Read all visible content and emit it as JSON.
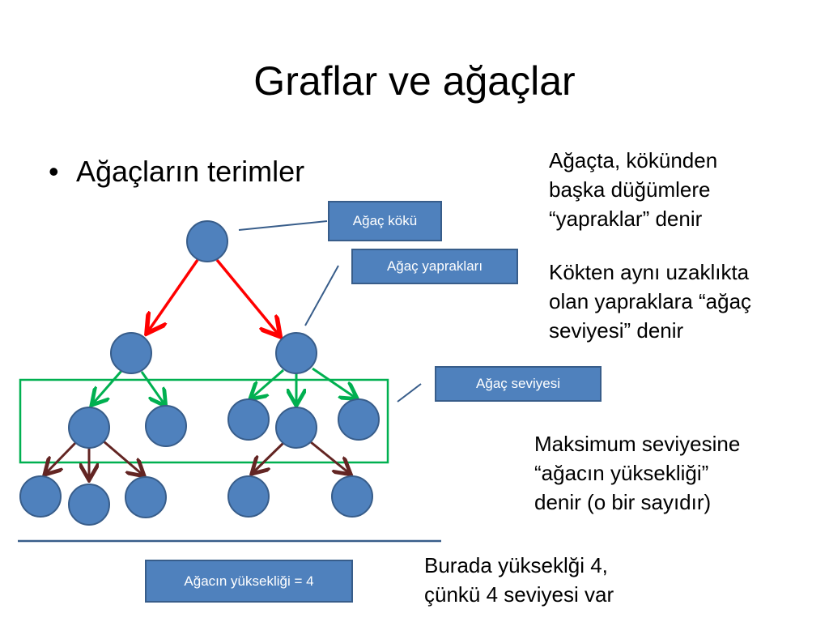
{
  "title": "Graflar ve ağaçlar",
  "bullet": {
    "symbol": "•",
    "text": "Ağaçların terimler"
  },
  "labels": {
    "root": "Ağaç kökü",
    "leaves": "Ağaç yaprakları",
    "level": "Ağaç seviyesi",
    "height": "Ağacın yüksekliği = 4"
  },
  "notes": {
    "leaves_note": "Ağaçta, kökünden\nbaşka düğümlere\n“yapraklar” denir",
    "level_note": "Kökten aynı uzaklıkta\nolan yapraklara “ağaç\nseviyesi” denir",
    "height_note": "Maksimum seviyesine\n“ağacın yüksekliği”\ndenir (o bir sayıdır)",
    "example_note": "Burada yükseklği 4,\nçünkü 4 seviyesi var"
  },
  "colors": {
    "node_fill": "#4f81bd",
    "node_stroke": "#385d8a",
    "edge_level1": "#ff0000",
    "edge_level2": "#00b050",
    "edge_level3": "#632523",
    "level_frame": "#00b050",
    "connector": "#385d8a"
  }
}
